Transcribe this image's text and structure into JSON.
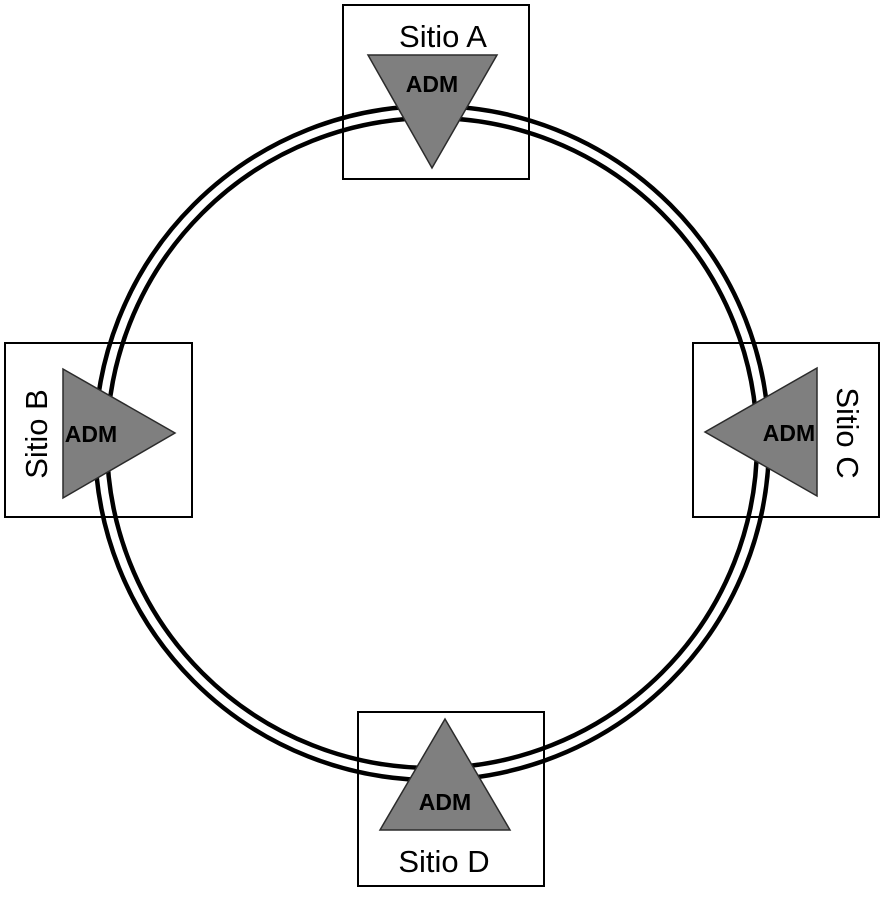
{
  "sites": {
    "a": {
      "label": "Sitio A",
      "device": "ADM"
    },
    "b": {
      "label": "Sitio B",
      "device": "ADM"
    },
    "c": {
      "label": "Sitio C",
      "device": "ADM"
    },
    "d": {
      "label": "Sitio D",
      "device": "ADM"
    }
  },
  "colors": {
    "ring": "#000000",
    "box_stroke": "#000000",
    "triangle_fill": "#7f7f7f",
    "triangle_stroke": "#2b2b2b"
  }
}
